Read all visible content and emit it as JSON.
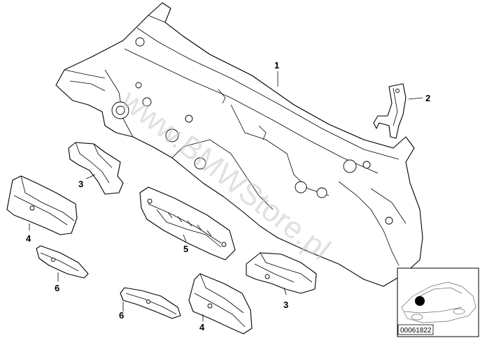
{
  "callouts": {
    "c1": "1",
    "c2": "2",
    "c3a": "3",
    "c3b": "3",
    "c4a": "4",
    "c4b": "4",
    "c5": "5",
    "c6a": "6",
    "c6b": "6"
  },
  "watermark": "www.BMWStore.pl",
  "inset": {
    "diagram_id": "00061822"
  }
}
